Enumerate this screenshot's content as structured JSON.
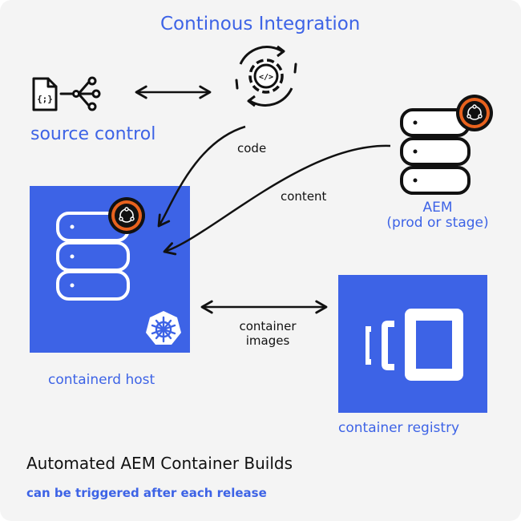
{
  "labels": {
    "ci_title": "Continous Integration",
    "source_control": "source control",
    "code": "code",
    "content": "content",
    "aem_line1": "AEM",
    "aem_line2": "(prod or stage)",
    "container_images_line1": "container",
    "container_images_line2": "images",
    "containerd_host": "containerd host",
    "container_registry": "container registry",
    "footer_title": "Automated AEM Container Builds",
    "footer_subtitle": "can be triggered after each release"
  },
  "icons": {
    "ci": "gear-cycle-code-icon",
    "source": "code-file-branch-icon",
    "aem_server": "server-stack-icon",
    "aem_badge": "adobe-experience-manager-icon",
    "kubernetes": "kubernetes-helm-icon",
    "registry": "container-registry-icon"
  },
  "colors": {
    "accent": "#3d63e6",
    "text_dark": "#111111",
    "background": "#f4f4f4",
    "aem_badge_ring": "#e8621e"
  }
}
